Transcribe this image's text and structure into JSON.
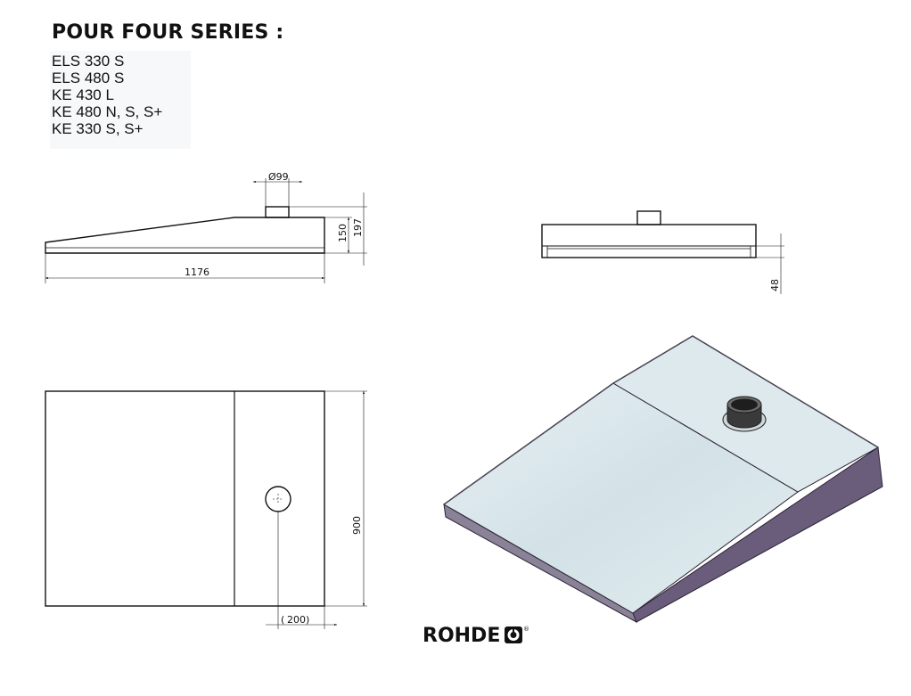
{
  "header": {
    "title": "POUR FOUR SERIES :",
    "models": [
      "ELS 330 S",
      "ELS 480 S",
      "KE 430 L",
      "KE 480 N, S, S+",
      "KE 330 S, S+"
    ]
  },
  "dimensions": {
    "diameter": "Ø99",
    "length": "1176",
    "height_a": "150",
    "height_b": "197",
    "front_height": "48",
    "depth": "900",
    "offset": "200"
  },
  "brand": {
    "name": "ROHDE",
    "registered": "®"
  },
  "colors": {
    "line": "#111111",
    "panel_top": "#d9e6ea",
    "panel_side": "#6a5d7c",
    "panel_edge": "#8a8296"
  },
  "icons": [
    "rohde-logo-icon"
  ]
}
